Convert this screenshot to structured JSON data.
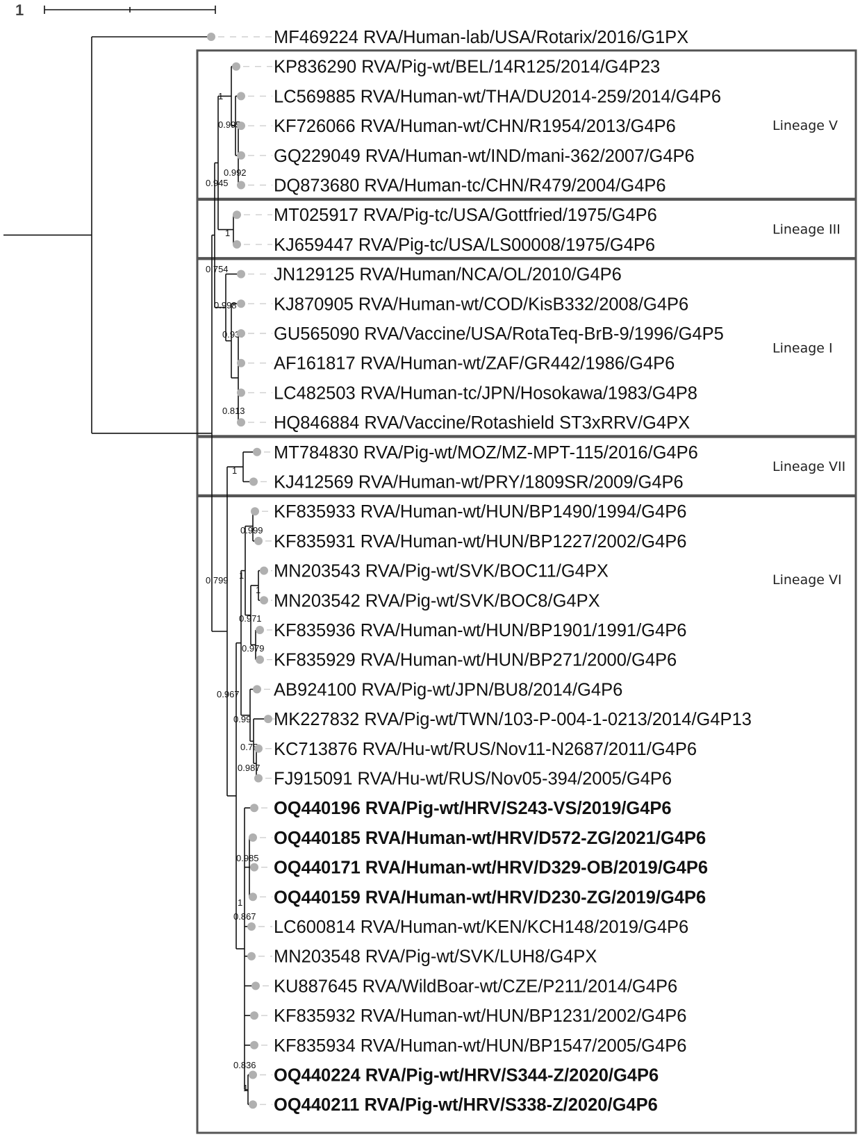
{
  "scale_bar": {
    "label": "1"
  },
  "taxa": [
    {
      "id": "MF469224",
      "label": "MF469224 RVA/Human-lab/USA/Rotarix/2016/G1PX",
      "color": "#111111",
      "bold": false
    },
    {
      "id": "KP836290",
      "label": "KP836290 RVA/Pig-wt/BEL/14R125/2014/G4P23",
      "color": "#111111",
      "bold": false
    },
    {
      "id": "LC569885",
      "label": "LC569885 RVA/Human-wt/THA/DU2014-259/2014/G4P6",
      "color": "#111111",
      "bold": false
    },
    {
      "id": "KF726066",
      "label": "KF726066 RVA/Human-wt/CHN/R1954/2013/G4P6",
      "color": "#111111",
      "bold": false
    },
    {
      "id": "GQ229049",
      "label": "GQ229049 RVA/Human-wt/IND/mani-362/2007/G4P6",
      "color": "#111111",
      "bold": false
    },
    {
      "id": "DQ873680",
      "label": "DQ873680 RVA/Human-tc/CHN/R479/2004/G4P6",
      "color": "#111111",
      "bold": false
    },
    {
      "id": "MT025917",
      "label": "MT025917 RVA/Pig-tc/USA/Gottfried/1975/G4P6",
      "color": "#111111",
      "bold": false
    },
    {
      "id": "KJ659447",
      "label": "KJ659447 RVA/Pig-tc/USA/LS00008/1975/G4P6",
      "color": "#111111",
      "bold": false
    },
    {
      "id": "JN129125",
      "label": "JN129125 RVA/Human/NCA/OL/2010/G4P6",
      "color": "#111111",
      "bold": false
    },
    {
      "id": "KJ870905",
      "label": "KJ870905 RVA/Human-wt/COD/KisB332/2008/G4P6",
      "color": "#111111",
      "bold": false
    },
    {
      "id": "GU565090",
      "label": "GU565090 RVA/Vaccine/USA/RotaTeq-BrB-9/1996/G4P5",
      "color": "#111111",
      "bold": false
    },
    {
      "id": "AF161817",
      "label": "AF161817 RVA/Human-wt/ZAF/GR442/1986/G4P6",
      "color": "#111111",
      "bold": false
    },
    {
      "id": "LC482503",
      "label": "LC482503 RVA/Human-tc/JPN/Hosokawa/1983/G4P8",
      "color": "#111111",
      "bold": false
    },
    {
      "id": "HQ846884",
      "label": "HQ846884 RVA/Vaccine/Rotashield ST3xRRV/G4PX",
      "color": "#111111",
      "bold": false
    },
    {
      "id": "MT784830",
      "label": "MT784830 RVA/Pig-wt/MOZ/MZ-MPT-115/2016/G4P6",
      "color": "#111111",
      "bold": false
    },
    {
      "id": "KJ412569",
      "label": "KJ412569 RVA/Human-wt/PRY/1809SR/2009/G4P6",
      "color": "#111111",
      "bold": false
    },
    {
      "id": "KF835933",
      "label": "KF835933 RVA/Human-wt/HUN/BP1490/1994/G4P6",
      "color": "#111111",
      "bold": false
    },
    {
      "id": "KF835931",
      "label": "KF835931 RVA/Human-wt/HUN/BP1227/2002/G4P6",
      "color": "#111111",
      "bold": false
    },
    {
      "id": "MN203543",
      "label": "MN203543 RVA/Pig-wt/SVK/BOC11/G4PX",
      "color": "#111111",
      "bold": false
    },
    {
      "id": "MN203542",
      "label": "MN203542 RVA/Pig-wt/SVK/BOC8/G4PX",
      "color": "#111111",
      "bold": false
    },
    {
      "id": "KF835936",
      "label": "KF835936 RVA/Human-wt/HUN/BP1901/1991/G4P6",
      "color": "#111111",
      "bold": false
    },
    {
      "id": "KF835929",
      "label": "KF835929 RVA/Human-wt/HUN/BP271/2000/G4P6",
      "color": "#111111",
      "bold": false
    },
    {
      "id": "AB924100",
      "label": "AB924100 RVA/Pig-wt/JPN/BU8/2014/G4P6",
      "color": "#111111",
      "bold": false
    },
    {
      "id": "MK227832",
      "label": "MK227832 RVA/Pig-wt/TWN/103-P-004-1-0213/2014/G4P13",
      "color": "#111111",
      "bold": false
    },
    {
      "id": "KC713876",
      "label": "KC713876 RVA/Hu-wt/RUS/Nov11-N2687/2011/G4P6",
      "color": "#111111",
      "bold": false
    },
    {
      "id": "FJ915091",
      "label": "FJ915091 RVA/Hu-wt/RUS/Nov05-394/2005/G4P6",
      "color": "#111111",
      "bold": false
    },
    {
      "id": "OQ440196",
      "label": "OQ440196 RVA/Pig-wt/HRV/S243-VS/2019/G4P6",
      "color": "#6a2c9a",
      "bold": true
    },
    {
      "id": "OQ440185",
      "label": "OQ440185 RVA/Human-wt/HRV/D572-ZG/2021/G4P6",
      "color": "#1f5fa8",
      "bold": true
    },
    {
      "id": "OQ440171",
      "label": "OQ440171 RVA/Human-wt/HRV/D329-OB/2019/G4P6",
      "color": "#1f5fa8",
      "bold": true
    },
    {
      "id": "OQ440159",
      "label": "OQ440159 RVA/Human-wt/HRV/D230-ZG/2019/G4P6",
      "color": "#1f5fa8",
      "bold": true
    },
    {
      "id": "LC600814",
      "label": "LC600814 RVA/Human-wt/KEN/KCH148/2019/G4P6",
      "color": "#111111",
      "bold": false
    },
    {
      "id": "MN203548",
      "label": "MN203548 RVA/Pig-wt/SVK/LUH8/G4PX",
      "color": "#111111",
      "bold": false
    },
    {
      "id": "KU887645",
      "label": "KU887645 RVA/WildBoar-wt/CZE/P211/2014/G4P6",
      "color": "#111111",
      "bold": false
    },
    {
      "id": "KF835932",
      "label": "KF835932 RVA/Human-wt/HUN/BP1231/2002/G4P6",
      "color": "#111111",
      "bold": false
    },
    {
      "id": "KF835934",
      "label": "KF835934 RVA/Human-wt/HUN/BP1547/2005/G4P6",
      "color": "#111111",
      "bold": false
    },
    {
      "id": "OQ440224",
      "label": "OQ440224 RVA/Pig-wt/HRV/S344-Z/2020/G4P6",
      "color": "#6a2c9a",
      "bold": true
    },
    {
      "id": "OQ440211",
      "label": "OQ440211 RVA/Pig-wt/HRV/S338-Z/2020/G4P6",
      "color": "#6a2c9a",
      "bold": true
    }
  ],
  "lineages": [
    {
      "label": "Lineage V",
      "first_tip": 1,
      "last_tip": 5
    },
    {
      "label": "Lineage III",
      "first_tip": 6,
      "last_tip": 7
    },
    {
      "label": "Lineage I",
      "first_tip": 8,
      "last_tip": 13
    },
    {
      "label": "Lineage VII",
      "first_tip": 14,
      "last_tip": 15
    },
    {
      "label": "Lineage VI",
      "first_tip": 16,
      "last_tip": 36
    }
  ],
  "support_values": [
    "1",
    "0.995",
    "0.992",
    "0.945",
    "1",
    "0.754",
    "0.998",
    "0.937",
    "0.813",
    "1",
    "0.999",
    "1",
    "1",
    "0.971",
    "0.979",
    "0.799",
    "0.967",
    "0.99",
    "0.75",
    "0.987",
    "0.985",
    "1",
    "0.867",
    "0.836",
    "1"
  ]
}
